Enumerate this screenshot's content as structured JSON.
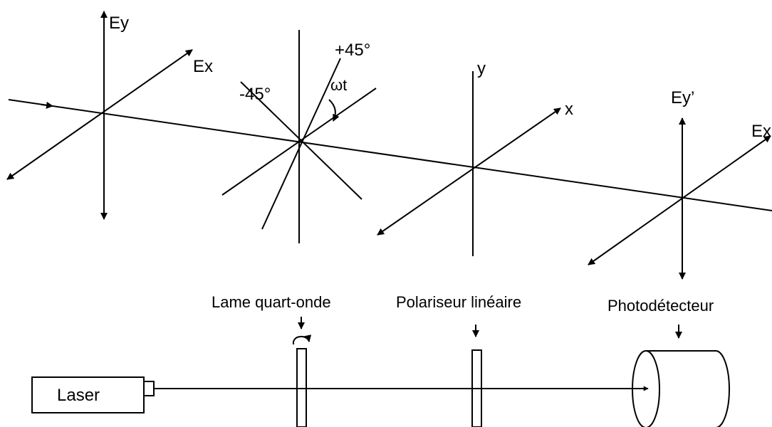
{
  "labels": {
    "ey": "Ey",
    "ex": "Ex",
    "plus45": "+45°",
    "minus45": "-45°",
    "omega_t": "ωt",
    "y": "y",
    "x": "x",
    "ey_prime": "Ey’",
    "ex_prime": "Ex’",
    "lame": "Lame quart-onde",
    "polariseur": "Polariseur linéaire",
    "photodetecteur": "Photodétecteur",
    "laser": "Laser"
  },
  "colors": {
    "stroke": "#000000",
    "background": "#ffffff"
  }
}
